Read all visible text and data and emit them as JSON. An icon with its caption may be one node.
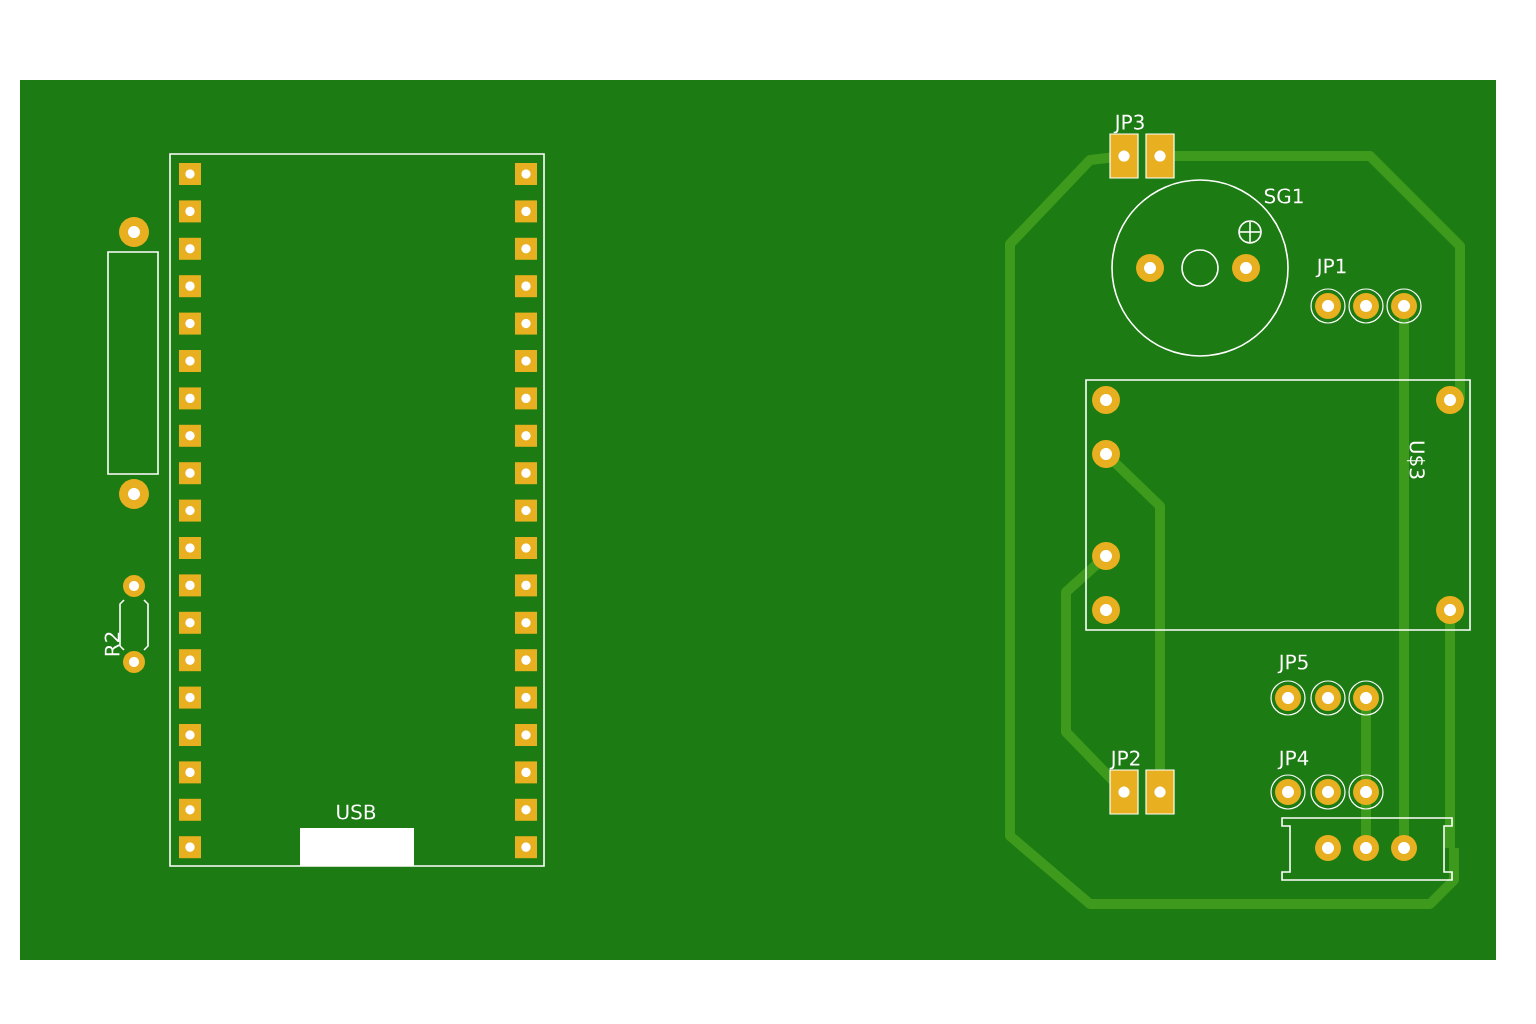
{
  "diagram": {
    "labels": [
      "JP3",
      "SG1",
      "JP1",
      "U$3",
      "R2",
      "JP5",
      "JP2",
      "JP4",
      "USB"
    ]
  }
}
